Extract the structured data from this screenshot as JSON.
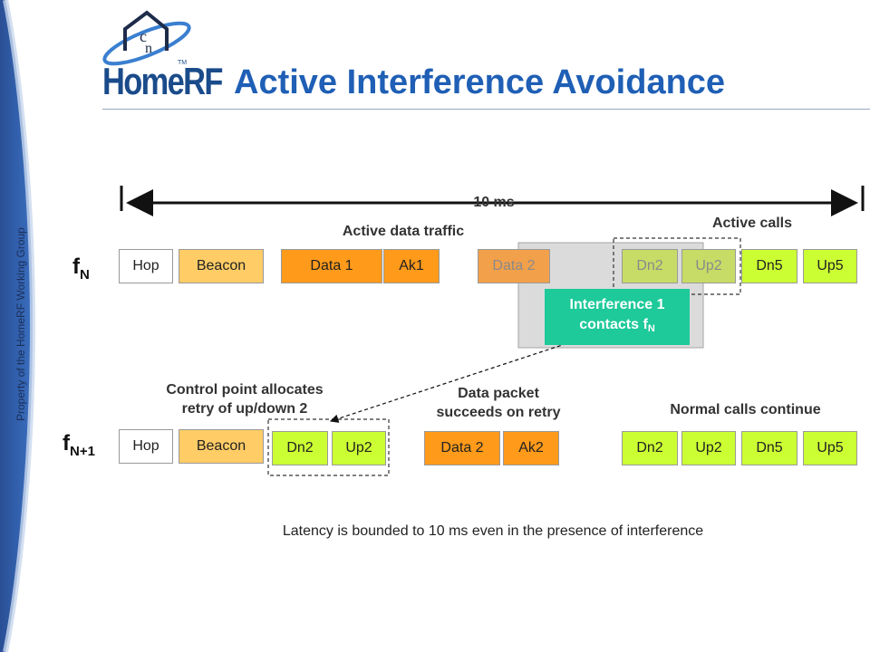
{
  "sidebar": {
    "text": "Property of the HomeRF Working Group"
  },
  "logo": {
    "text": "HomeRF",
    "tm": "TM"
  },
  "header": {
    "title": "Active Interference Avoidance"
  },
  "timeline": {
    "label": "10 ms"
  },
  "labels": {
    "active_data": "Active data traffic",
    "active_calls": "Active calls",
    "control_line1": "Control point allocates",
    "control_line2": "retry of up/down 2",
    "packet_line1": "Data packet",
    "packet_line2": "succeeds on retry",
    "normal_calls": "Normal calls continue"
  },
  "freqs": {
    "fn_main": "f",
    "fn_sub": "N",
    "fn1_main": "f",
    "fn1_sub": "N+1"
  },
  "row1": [
    {
      "label": "Hop",
      "color": "#ffffff"
    },
    {
      "label": "Beacon",
      "color": "#ffcc66"
    },
    {
      "label": "Data 1",
      "color": "#ff9a1a"
    },
    {
      "label": "Ak1",
      "color": "#ff9a1a"
    },
    {
      "label": "Data 2",
      "color": "#f3a04a"
    },
    {
      "label": "Dn2",
      "color": "#c6dc66"
    },
    {
      "label": "Up2",
      "color": "#c6dc66"
    },
    {
      "label": "Dn5",
      "color": "#ccff33"
    },
    {
      "label": "Up5",
      "color": "#ccff33"
    }
  ],
  "row2": [
    {
      "label": "Hop",
      "color": "#ffffff"
    },
    {
      "label": "Beacon",
      "color": "#ffcc66"
    },
    {
      "label": "Dn2",
      "color": "#ccff33"
    },
    {
      "label": "Up2",
      "color": "#ccff33"
    },
    {
      "label": "Data 2",
      "color": "#ff9a1a"
    },
    {
      "label": "Ak2",
      "color": "#ff9a1a"
    },
    {
      "label": "Dn2",
      "color": "#ccff33"
    },
    {
      "label": "Up2",
      "color": "#ccff33"
    },
    {
      "label": "Dn5",
      "color": "#ccff33"
    },
    {
      "label": "Up5",
      "color": "#ccff33"
    }
  ],
  "interference": {
    "line1": "Interference 1",
    "line2_main": "contacts f",
    "line2_sub": "N",
    "color": "#1ec99a"
  },
  "footnote": "Latency is bounded to 10 ms even in the presence of interference"
}
